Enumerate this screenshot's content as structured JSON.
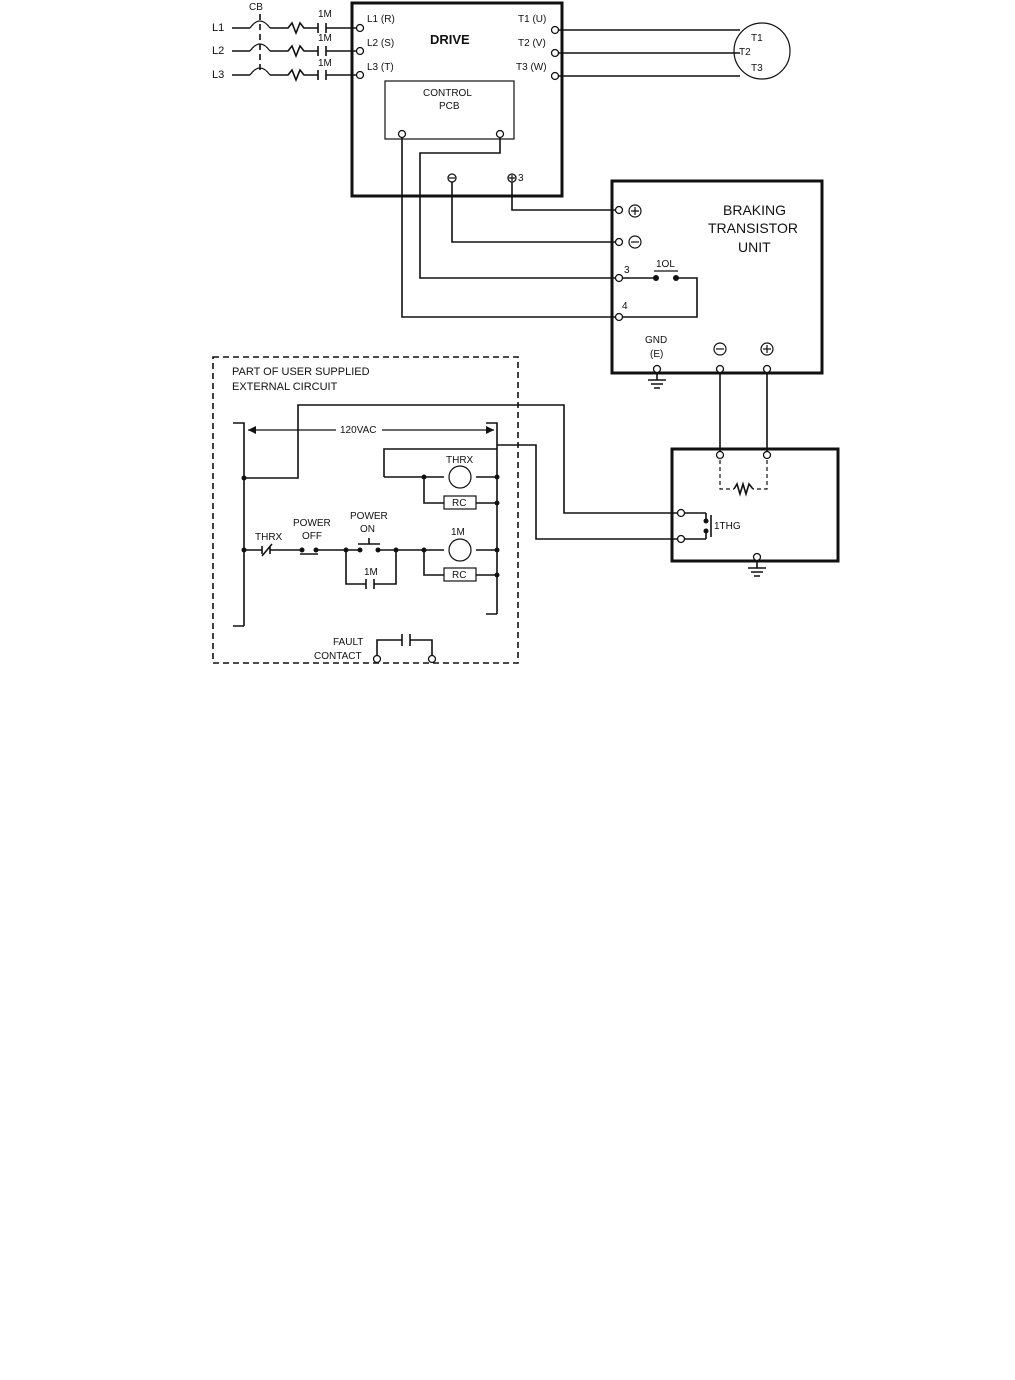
{
  "drive": {
    "title": "DRIVE",
    "inputs": [
      "L1 (R)",
      "L2 (S)",
      "L3 (T)"
    ],
    "outputs": [
      "T1 (U)",
      "T2 (V)",
      "T3 (W)"
    ],
    "control_pcb": [
      "CONTROL",
      "PCB"
    ],
    "dc_terminal_3": "3"
  },
  "line_inputs": [
    "L1",
    "L2",
    "L3"
  ],
  "breaker_label": "CB",
  "contactor_labels": [
    "1M",
    "1M",
    "1M"
  ],
  "motor_terminals": [
    "T1",
    "T2",
    "T3"
  ],
  "braking_unit": {
    "title": [
      "BRAKING",
      "TRANSISTOR",
      "UNIT"
    ],
    "terminals": [
      "3",
      "4"
    ],
    "overload_label": "1OL",
    "gnd": [
      "GND",
      "(E)"
    ]
  },
  "resistor_unit": {
    "thermostat_label": "1THG"
  },
  "external_circuit": {
    "title": [
      "PART OF USER SUPPLIED",
      "EXTERNAL CIRCUIT"
    ],
    "supply": "120VAC",
    "thrx_coil": "THRX",
    "rc": [
      "RC",
      "RC"
    ],
    "thrx_contact": "THRX",
    "power_off": [
      "POWER",
      "OFF"
    ],
    "power_on": [
      "POWER",
      "ON"
    ],
    "m_coil": "1M",
    "m_contact": "1M",
    "fault_contact": [
      "FAULT",
      "CONTACT"
    ]
  }
}
